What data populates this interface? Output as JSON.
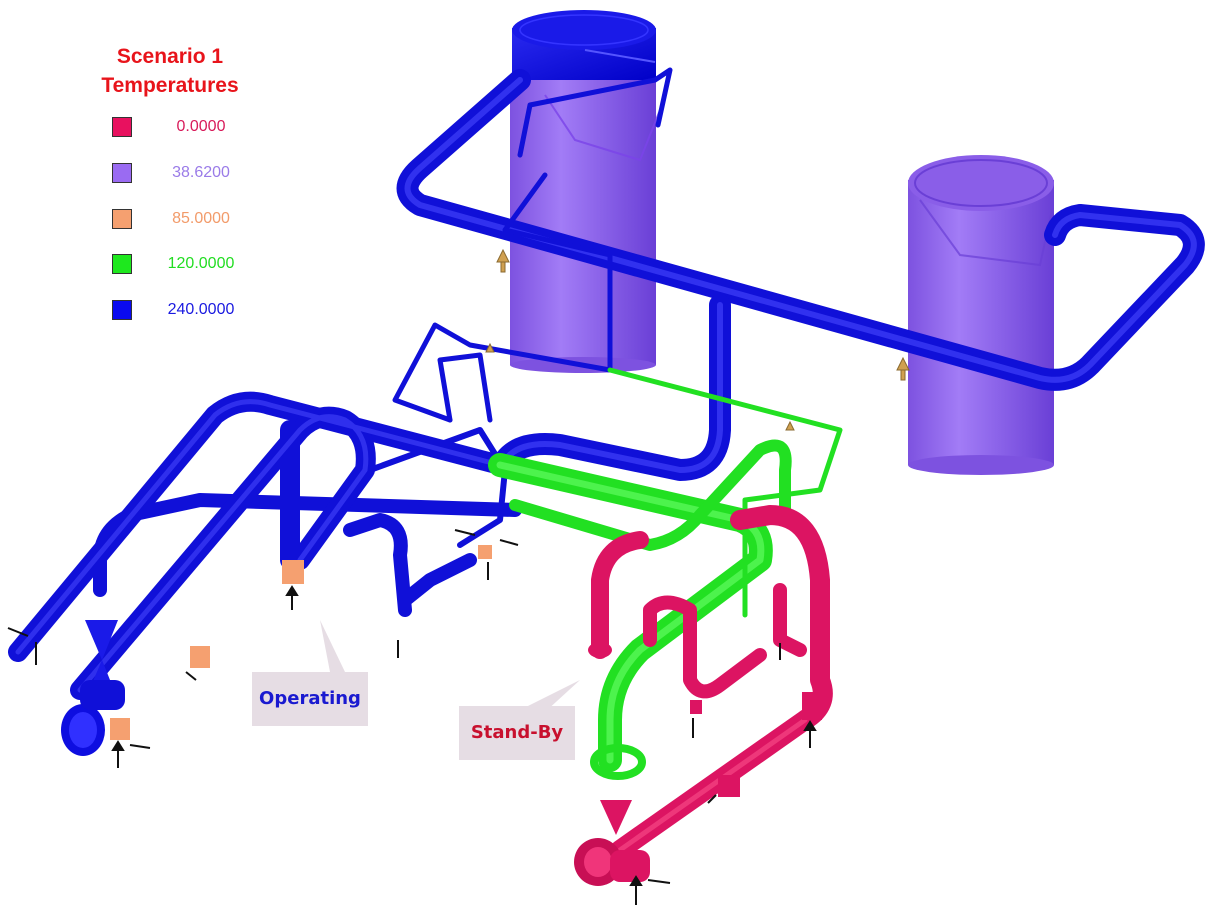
{
  "legend": {
    "title_line1": "Scenario 1",
    "title_line2": "Temperatures",
    "title_color": "#e8141b",
    "items": [
      {
        "value": "0.0000",
        "color": "#e8115f",
        "text_color": "#d81b5a"
      },
      {
        "value": "38.6200",
        "color": "#9a6bf2",
        "text_color": "#9a7be8"
      },
      {
        "value": "85.0000",
        "color": "#f5a070",
        "text_color": "#f29b6a"
      },
      {
        "value": "120.0000",
        "color": "#1ee81e",
        "text_color": "#22dd22"
      },
      {
        "value": "240.0000",
        "color": "#0a0af0",
        "text_color": "#1a1ae0"
      }
    ]
  },
  "callouts": {
    "operating": "Operating",
    "standby": "Stand-By"
  },
  "colors": {
    "vessel": "#9565ef",
    "pipe_blue": "#1010d8",
    "pipe_green": "#22e022",
    "pipe_red": "#dc1462",
    "support": "#c8a060"
  }
}
